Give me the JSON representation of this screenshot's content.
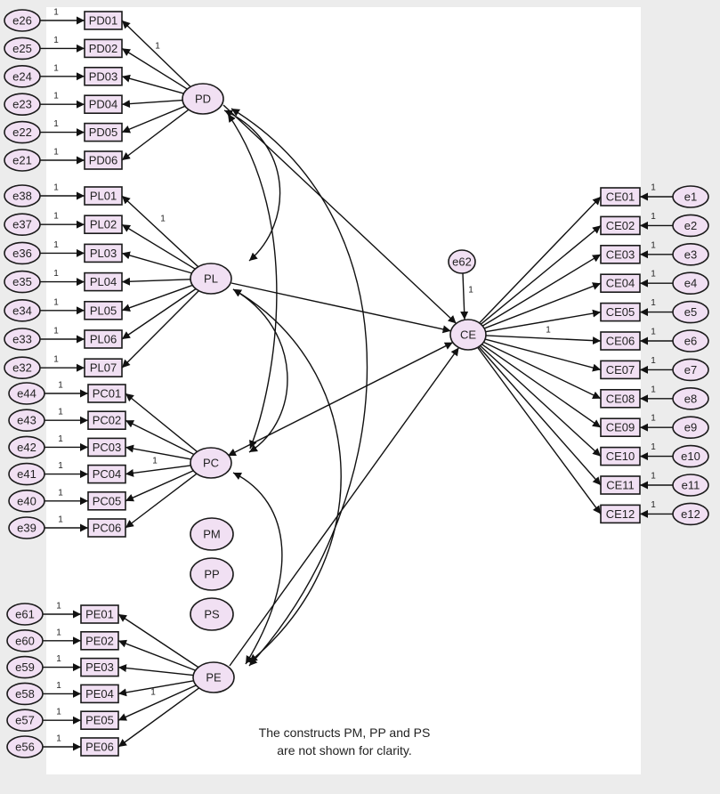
{
  "latent": {
    "PD": "PD",
    "PL": "PL",
    "PC": "PC",
    "PE": "PE",
    "CE": "CE",
    "PM": "PM",
    "PP": "PP",
    "PS": "PS"
  },
  "groups": {
    "PD": [
      {
        "item": "PD01",
        "error": "e26"
      },
      {
        "item": "PD02",
        "error": "e25"
      },
      {
        "item": "PD03",
        "error": "e24"
      },
      {
        "item": "PD04",
        "error": "e23"
      },
      {
        "item": "PD05",
        "error": "e22"
      },
      {
        "item": "PD06",
        "error": "e21"
      }
    ],
    "PL": [
      {
        "item": "PL01",
        "error": "e38"
      },
      {
        "item": "PL02",
        "error": "e37"
      },
      {
        "item": "PL03",
        "error": "e36"
      },
      {
        "item": "PL04",
        "error": "e35"
      },
      {
        "item": "PL05",
        "error": "e34"
      },
      {
        "item": "PL06",
        "error": "e33"
      },
      {
        "item": "PL07",
        "error": "e32"
      }
    ],
    "PC": [
      {
        "item": "PC01",
        "error": "e44"
      },
      {
        "item": "PC02",
        "error": "e43"
      },
      {
        "item": "PC03",
        "error": "e42"
      },
      {
        "item": "PC04",
        "error": "e41"
      },
      {
        "item": "PC05",
        "error": "e40"
      },
      {
        "item": "PC06",
        "error": "e39"
      }
    ],
    "PE": [
      {
        "item": "PE01",
        "error": "e61"
      },
      {
        "item": "PE02",
        "error": "e60"
      },
      {
        "item": "PE03",
        "error": "e59"
      },
      {
        "item": "PE04",
        "error": "e58"
      },
      {
        "item": "PE05",
        "error": "e57"
      },
      {
        "item": "PE06",
        "error": "e56"
      }
    ],
    "CE": [
      {
        "item": "CE01",
        "error": "e1"
      },
      {
        "item": "CE02",
        "error": "e2"
      },
      {
        "item": "CE03",
        "error": "e3"
      },
      {
        "item": "CE04",
        "error": "e4"
      },
      {
        "item": "CE05",
        "error": "e5"
      },
      {
        "item": "CE06",
        "error": "e6"
      },
      {
        "item": "CE07",
        "error": "e7"
      },
      {
        "item": "CE08",
        "error": "e8"
      },
      {
        "item": "CE09",
        "error": "e9"
      },
      {
        "item": "CE10",
        "error": "e10"
      },
      {
        "item": "CE11",
        "error": "e11"
      },
      {
        "item": "CE12",
        "error": "e12"
      }
    ]
  },
  "disturbance": {
    "label": "e62",
    "weight": "1"
  },
  "fixed_weight": "1",
  "note": {
    "line1": "The constructs PM, PP and PS",
    "line2": "are not shown for clarity."
  }
}
